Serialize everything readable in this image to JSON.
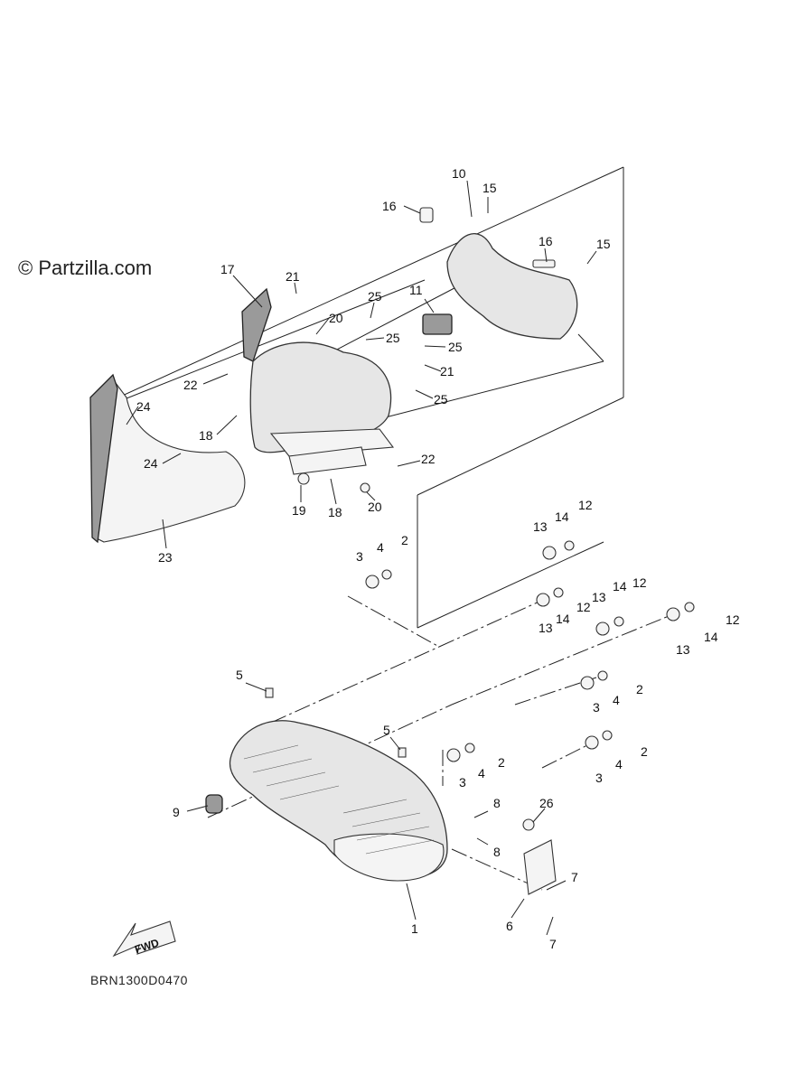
{
  "watermark": "© Partzilla.com",
  "diagram_code": "BRN1300D0470",
  "fwd_label": "FWD",
  "callouts": {
    "c1": "1",
    "c2a": "2",
    "c2b": "2",
    "c2c": "2",
    "c2d": "2",
    "c3a": "3",
    "c3b": "3",
    "c3c": "3",
    "c3d": "3",
    "c4a": "4",
    "c4b": "4",
    "c4c": "4",
    "c4d": "4",
    "c5a": "5",
    "c5b": "5",
    "c6": "6",
    "c7a": "7",
    "c7b": "7",
    "c8a": "8",
    "c8b": "8",
    "c9": "9",
    "c10": "10",
    "c11": "11",
    "c12a": "12",
    "c12b": "12",
    "c12c": "12",
    "c12d": "12",
    "c13a": "13",
    "c13b": "13",
    "c13c": "13",
    "c13d": "13",
    "c14a": "14",
    "c14b": "14",
    "c14c": "14",
    "c14d": "14",
    "c15a": "15",
    "c15b": "15",
    "c16a": "16",
    "c16b": "16",
    "c17": "17",
    "c18a": "18",
    "c18b": "18",
    "c19": "19",
    "c20a": "20",
    "c20b": "20",
    "c21a": "21",
    "c21b": "21",
    "c22a": "22",
    "c22b": "22",
    "c23": "23",
    "c24a": "24",
    "c24b": "24",
    "c25a": "25",
    "c25b": "25",
    "c25c": "25",
    "c25d": "25",
    "c26": "26"
  }
}
